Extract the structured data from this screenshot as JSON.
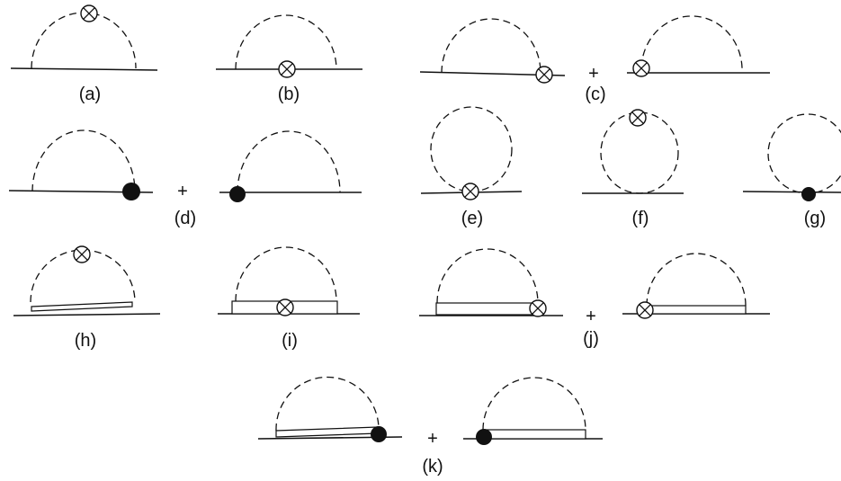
{
  "labels": {
    "a": "(a)",
    "b": "(b)",
    "c": "(c)",
    "d": "(d)",
    "e": "(e)",
    "f": "(f)",
    "g": "(g)",
    "h": "(h)",
    "i": "(i)",
    "j": "(j)",
    "k": "(k)"
  },
  "plus": "+"
}
